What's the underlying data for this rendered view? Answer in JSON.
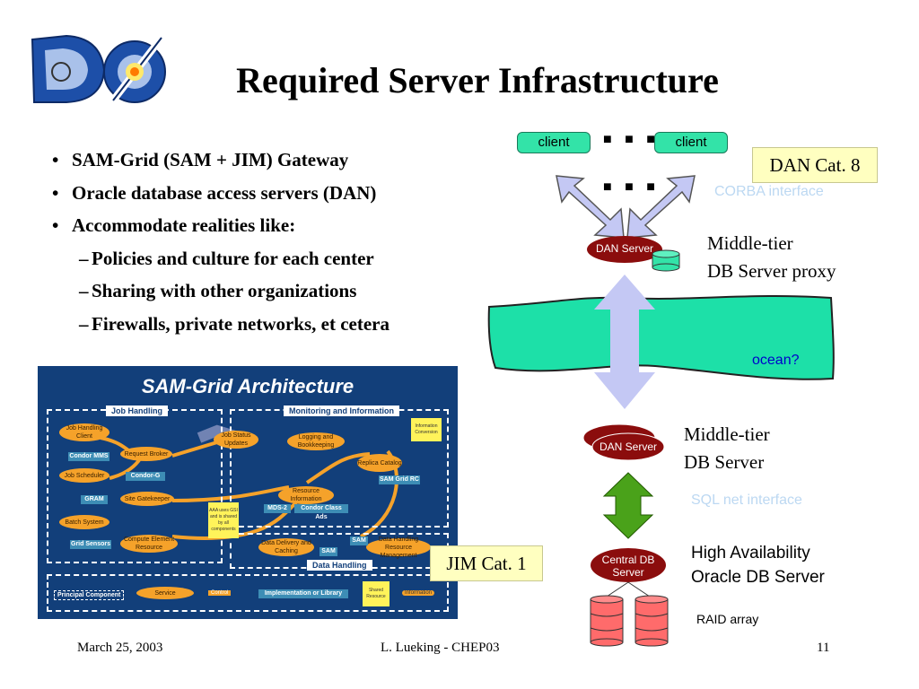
{
  "slide": {
    "title": "Required Server Infrastructure",
    "bullets": [
      "SAM-Grid (SAM + JIM) Gateway",
      "Oracle database access servers (DAN)",
      "Accommodate realities like:"
    ],
    "subbullets": [
      "Policies and culture for each center",
      "Sharing with other organizations",
      "Firewalls, private networks, et cetera"
    ]
  },
  "diagram": {
    "client_labels": [
      "client",
      "client"
    ],
    "dots_text": "■ ■ ■",
    "dan_cat": "DAN Cat. 8",
    "corba": "CORBA interface",
    "dan_server": "DAN Server",
    "middle_tier_1": "Middle-tier",
    "proxy_label": "DB Server proxy",
    "ocean": "ocean?",
    "dan_server_2": "DAN Server",
    "middle_tier_2": "Middle-tier",
    "db_server": "DB Server",
    "sql_net": "SQL net interface",
    "central_db_1": "Central DB",
    "central_db_2": "Server",
    "high_avail_1": "High Availability",
    "high_avail_2": "Oracle DB Server",
    "raid": "RAID array",
    "jim_cat": "JIM Cat. 1"
  },
  "arch": {
    "title": "SAM-Grid Architecture",
    "job_handling": "Job Handling",
    "monitoring": "Monitoring and Information",
    "data_handling": "Data Handling",
    "nodes": {
      "job_client": "Job Handling Client",
      "request_broker": "Request Broker",
      "job_scheduler": "Job Scheduler",
      "site_gatekeeper": "Site Gatekeeper",
      "batch_system": "Batch System",
      "compute_element": "Compute Element Resource",
      "job_status": "Job Status Updates",
      "logging": "Logging and Bookkeeping",
      "replica_catalog": "Replica Catalog",
      "resource_info": "Resource Information",
      "data_delivery": "Data Delivery and Caching",
      "data_handling_rm": "Data Handling Resource Management"
    },
    "boxes": {
      "condor_mms": "Condor MMS",
      "condor_g": "Condor-G",
      "gram": "GRAM",
      "grid_sensors": "Grid Sensors",
      "mds2": "MDS-2",
      "condor_class_ads": "Condor Class Ads",
      "sam_grid_rc": "SAM Grid RC",
      "sam_1": "SAM",
      "sam_2": "SAM"
    },
    "aaa": "AAA uses GSI and is shared by all components",
    "info_conversion": "Information Conversion",
    "legend": {
      "principal": "Principal Component",
      "service": "Service",
      "control": "Control",
      "impl": "Implementation or Library",
      "shared": "Shared Resource",
      "information": "Information"
    }
  },
  "footer": {
    "date": "March 25, 2003",
    "author": "L. Lueking - CHEP03",
    "page": "11"
  },
  "colors": {
    "client_fill": "#33e3a8",
    "server_fill": "#8b0d0d",
    "ocean_fill": "#1de0a8",
    "arrow_fill": "#c4c8f4",
    "sql_arrow": "#4aa21a",
    "note_text": "#bcd8f2",
    "raid_fill": "#ff6b6b",
    "arch_bg": "#123f7a"
  }
}
